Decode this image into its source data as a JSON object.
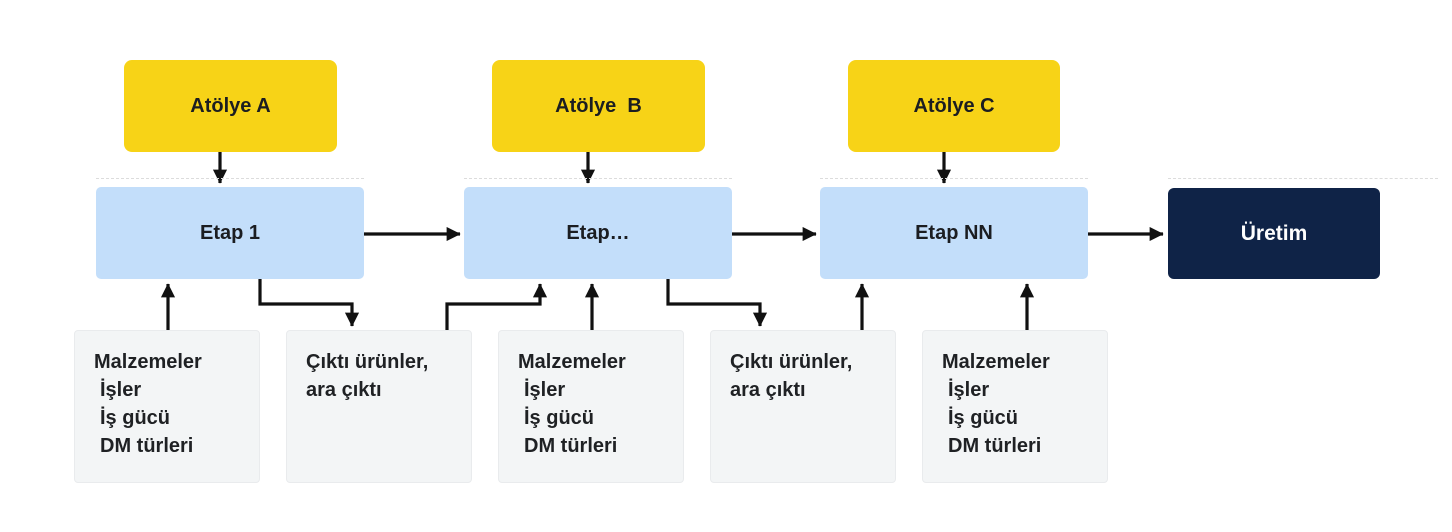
{
  "diagram": {
    "title": "Production stages flow diagram",
    "colors": {
      "workshop_fill": "#f7d317",
      "stage_fill": "#c3defa",
      "production_fill": "#0f2347",
      "production_text": "#fefefe",
      "resource_fill": "#f3f5f6",
      "resource_border": "#e9ebed",
      "arrow": "#111111",
      "text": "#1b1d21",
      "background": "#ffffff"
    },
    "workshops": [
      {
        "label": "Atölye A"
      },
      {
        "label": "Atölye  B"
      },
      {
        "label": "Atölye C"
      }
    ],
    "stages": [
      {
        "label": "Etap 1"
      },
      {
        "label": "Etap…"
      },
      {
        "label": "Etap NN"
      }
    ],
    "production": {
      "label": "Üretim"
    },
    "inputs": [
      {
        "lines": [
          "Malzemeler",
          "İşler",
          "İş gücü",
          "DM türleri"
        ]
      },
      {
        "lines": [
          "Malzemeler",
          "İşler",
          "İş gücü",
          "DM türleri"
        ]
      },
      {
        "lines": [
          "Malzemeler",
          "İşler",
          "İş gücü",
          "DM türleri"
        ]
      }
    ],
    "outputs": [
      {
        "lines": [
          "Çıktı ürünler,",
          "ara çıktı"
        ]
      },
      {
        "lines": [
          "Çıktı ürünler,",
          "ara çıktı"
        ]
      }
    ]
  }
}
